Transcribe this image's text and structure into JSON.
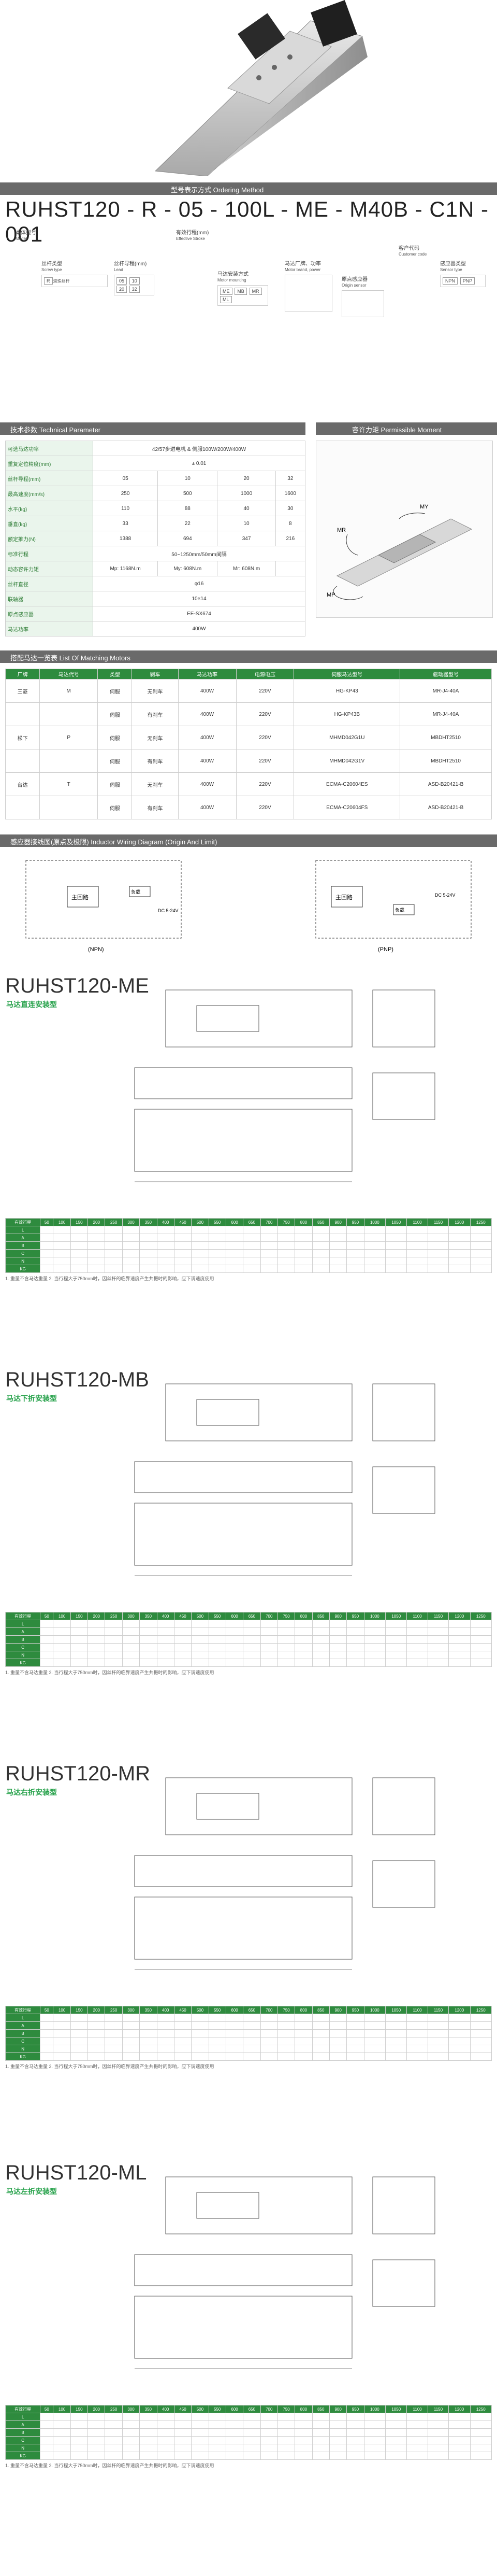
{
  "colors": {
    "accent": "#27a24b",
    "bar": "#6a6a6a"
  },
  "ordering": {
    "bar_cn": "型号表示方式",
    "bar_en": "Ordering Method",
    "model_code": "RUHST120 - R - 05 - 100L - ME - M40B - C1N - 001",
    "labels": [
      {
        "cn": "本体型号",
        "en": "Model"
      },
      {
        "cn": "丝杆类型",
        "en": "Screw type"
      },
      {
        "cn": "丝杆导程(mm)",
        "en": "Lead"
      },
      {
        "cn": "有效行程(mm)",
        "en": "Effective Stroke"
      },
      {
        "cn": "马达安装方式",
        "en": "Motor mounting"
      },
      {
        "cn": "马达厂牌、功率",
        "en": "Motor brand, power"
      },
      {
        "cn": "原点感应器",
        "en": "Origin sensor"
      },
      {
        "cn": "感应器类型",
        "en": "Sensor type"
      },
      {
        "cn": "客户代码",
        "en": "Customer code"
      }
    ],
    "screw_options": [
      {
        "code": "R",
        "text": "滚珠丝杆"
      }
    ],
    "lead_options": [
      "05",
      "10",
      "20",
      "32"
    ],
    "mount_options": [
      "ME",
      "MB",
      "MR",
      "ML"
    ],
    "sensor_options": [
      "NPN",
      "PNP"
    ]
  },
  "tech": {
    "bar_cn": "技术参数",
    "bar_en": "Technical Parameter",
    "moment_cn": "容许力矩",
    "moment_en": "Permissible Moment",
    "rows": [
      {
        "label": "可选马达功率",
        "values": [
          "42/57步进电机 & 伺服100W/200W/400W"
        ]
      },
      {
        "label": "重复定位精度(mm)",
        "values": [
          "± 0.01"
        ]
      },
      {
        "label": "丝杆导程(mm)",
        "values": [
          "05",
          "10",
          "20",
          "32"
        ]
      },
      {
        "label": "最高速度(mm/s)",
        "values": [
          "250",
          "500",
          "1000",
          "1600"
        ]
      },
      {
        "label": "水平(kg)",
        "values": [
          "110",
          "88",
          "40",
          "30"
        ]
      },
      {
        "label": "垂直(kg)",
        "values": [
          "33",
          "22",
          "10",
          "8"
        ]
      },
      {
        "label": "额定推力(N)",
        "values": [
          "1388",
          "694",
          "347",
          "216"
        ]
      },
      {
        "label": "标准行程",
        "values": [
          "50~1250mm/50mm间隔"
        ]
      },
      {
        "label": "动态容许力矩",
        "values": [
          "Mp: 1168N.m",
          "My: 608N.m",
          "Mr: 608N.m"
        ]
      },
      {
        "label": "丝杆直径",
        "values": [
          "φ16"
        ]
      },
      {
        "label": "联轴器",
        "values": [
          "10×14"
        ]
      },
      {
        "label": "原点感应器",
        "values": [
          "EE-SX674"
        ]
      },
      {
        "label": "马达功率",
        "values": [
          "400W"
        ]
      }
    ],
    "moment_labels": [
      "MY",
      "MR",
      "MP"
    ]
  },
  "motors": {
    "bar_cn": "搭配马达一览表",
    "bar_en": "List Of Matching Motors",
    "headers": [
      "厂牌",
      "马达代号",
      "类型",
      "刹车",
      "马达功率",
      "电源电压",
      "伺服马达型号",
      "驱动器型号"
    ],
    "rows": [
      {
        "brand": "三菱",
        "code": "M",
        "type": "伺服",
        "brake": "无刹车",
        "power": "400W",
        "volt": "220V",
        "motor": "HG-KP43",
        "driver": "MR-J4-40A"
      },
      {
        "brand": "",
        "code": "",
        "type": "伺服",
        "brake": "有刹车",
        "power": "400W",
        "volt": "220V",
        "motor": "HG-KP43B",
        "driver": "MR-J4-40A"
      },
      {
        "brand": "松下",
        "code": "P",
        "type": "伺服",
        "brake": "无刹车",
        "power": "400W",
        "volt": "220V",
        "motor": "MHMD042G1U",
        "driver": "MBDHT2510"
      },
      {
        "brand": "",
        "code": "",
        "type": "伺服",
        "brake": "有刹车",
        "power": "400W",
        "volt": "220V",
        "motor": "MHMD042G1V",
        "driver": "MBDHT2510"
      },
      {
        "brand": "台达",
        "code": "T",
        "type": "伺服",
        "brake": "无刹车",
        "power": "400W",
        "volt": "220V",
        "motor": "ECMA-C20604ES",
        "driver": "ASD-B20421-B"
      },
      {
        "brand": "",
        "code": "",
        "type": "伺服",
        "brake": "有刹车",
        "power": "400W",
        "volt": "220V",
        "motor": "ECMA-C20604FS",
        "driver": "ASD-B20421-B"
      }
    ]
  },
  "sensor": {
    "bar_cn": "感应器接线图(原点及极限)",
    "bar_en": "Inductor Wiring Diagram (Origin And Limit)",
    "npn_label": "(NPN)",
    "pnp_label": "(PNP)",
    "circuit_label": "主回路",
    "load_label": "负载",
    "dc_label": "DC 5-24V"
  },
  "variants": [
    {
      "title": "RUHST120-ME",
      "subtitle": "马达直连安装型"
    },
    {
      "title": "RUHST120-MB",
      "subtitle": "马达下折安装型"
    },
    {
      "title": "RUHST120-MR",
      "subtitle": "马达右折安装型"
    },
    {
      "title": "RUHST120-ML",
      "subtitle": "马达左折安装型"
    }
  ],
  "dim_table": {
    "row_labels": [
      "有效行程",
      "L",
      "A",
      "B",
      "C",
      "N",
      "KG"
    ],
    "strokes": [
      "50",
      "100",
      "150",
      "200",
      "250",
      "300",
      "350",
      "400",
      "450",
      "500",
      "550",
      "600",
      "650",
      "700",
      "750",
      "800",
      "850",
      "900",
      "950",
      "1000",
      "1050",
      "1100",
      "1150",
      "1200",
      "1250"
    ],
    "note": "1. 重量不含马达重量  2. 当行程大于750mm时，因丝杆的临界速度产生共振时的影响，应下调速度使用"
  }
}
